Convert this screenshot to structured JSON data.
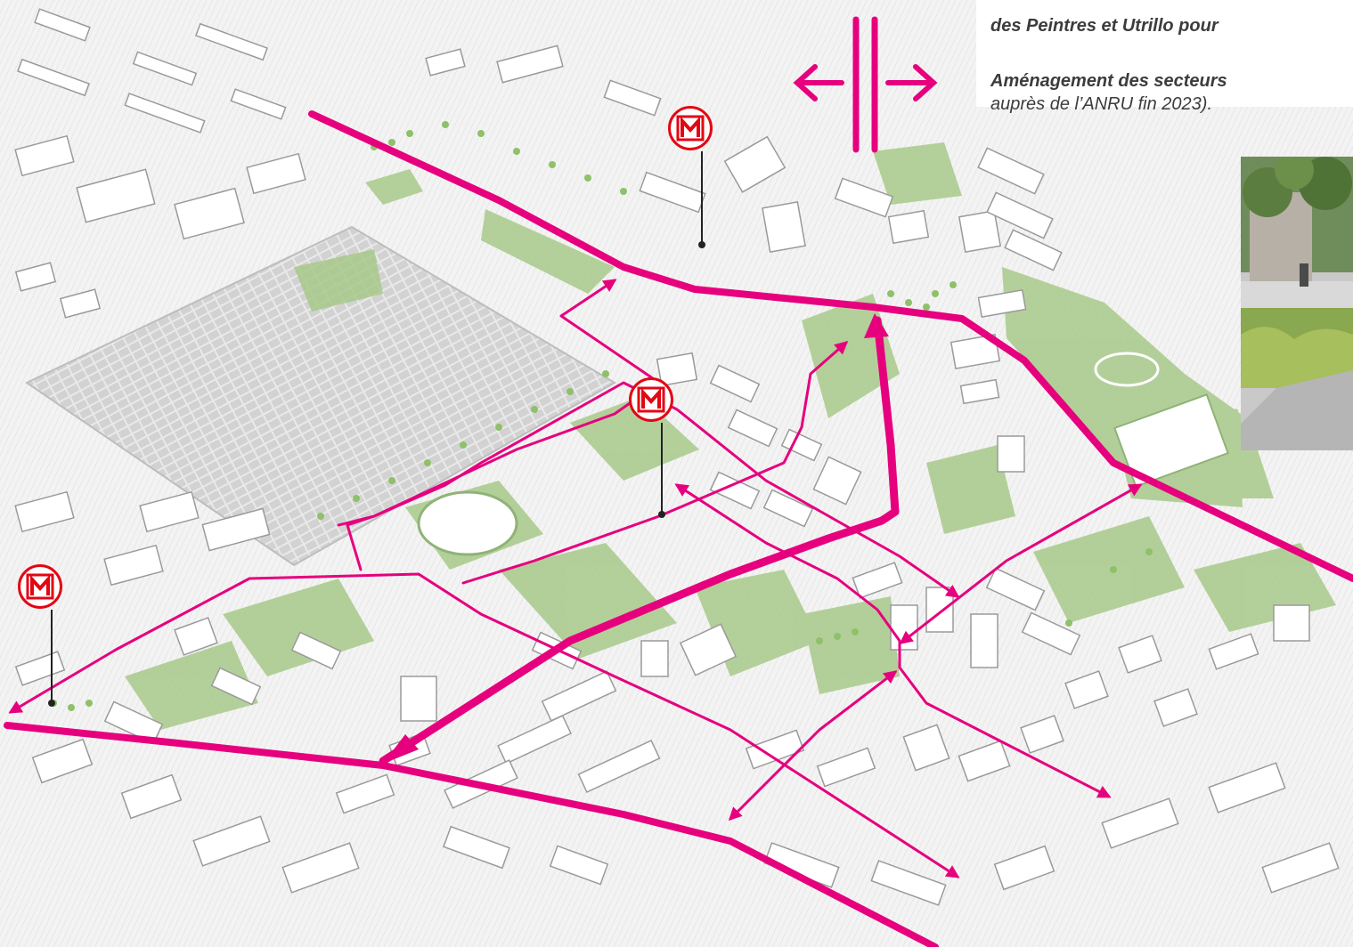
{
  "caption": {
    "line1": "des Peintres et Utrillo pour",
    "line2": "Aménagement des secteurs",
    "line3": "auprès de l’ANRU fin 2023)."
  },
  "icons": {
    "metro_station": "metro-m-icon",
    "barrier": "double-arrow-barrier-icon"
  },
  "colors": {
    "route_magenta": "#e6007e",
    "metro_red": "#e30613",
    "green_space": "#a8c98a",
    "building_line": "#9a9a9a",
    "ground": "#f2f2f2"
  }
}
